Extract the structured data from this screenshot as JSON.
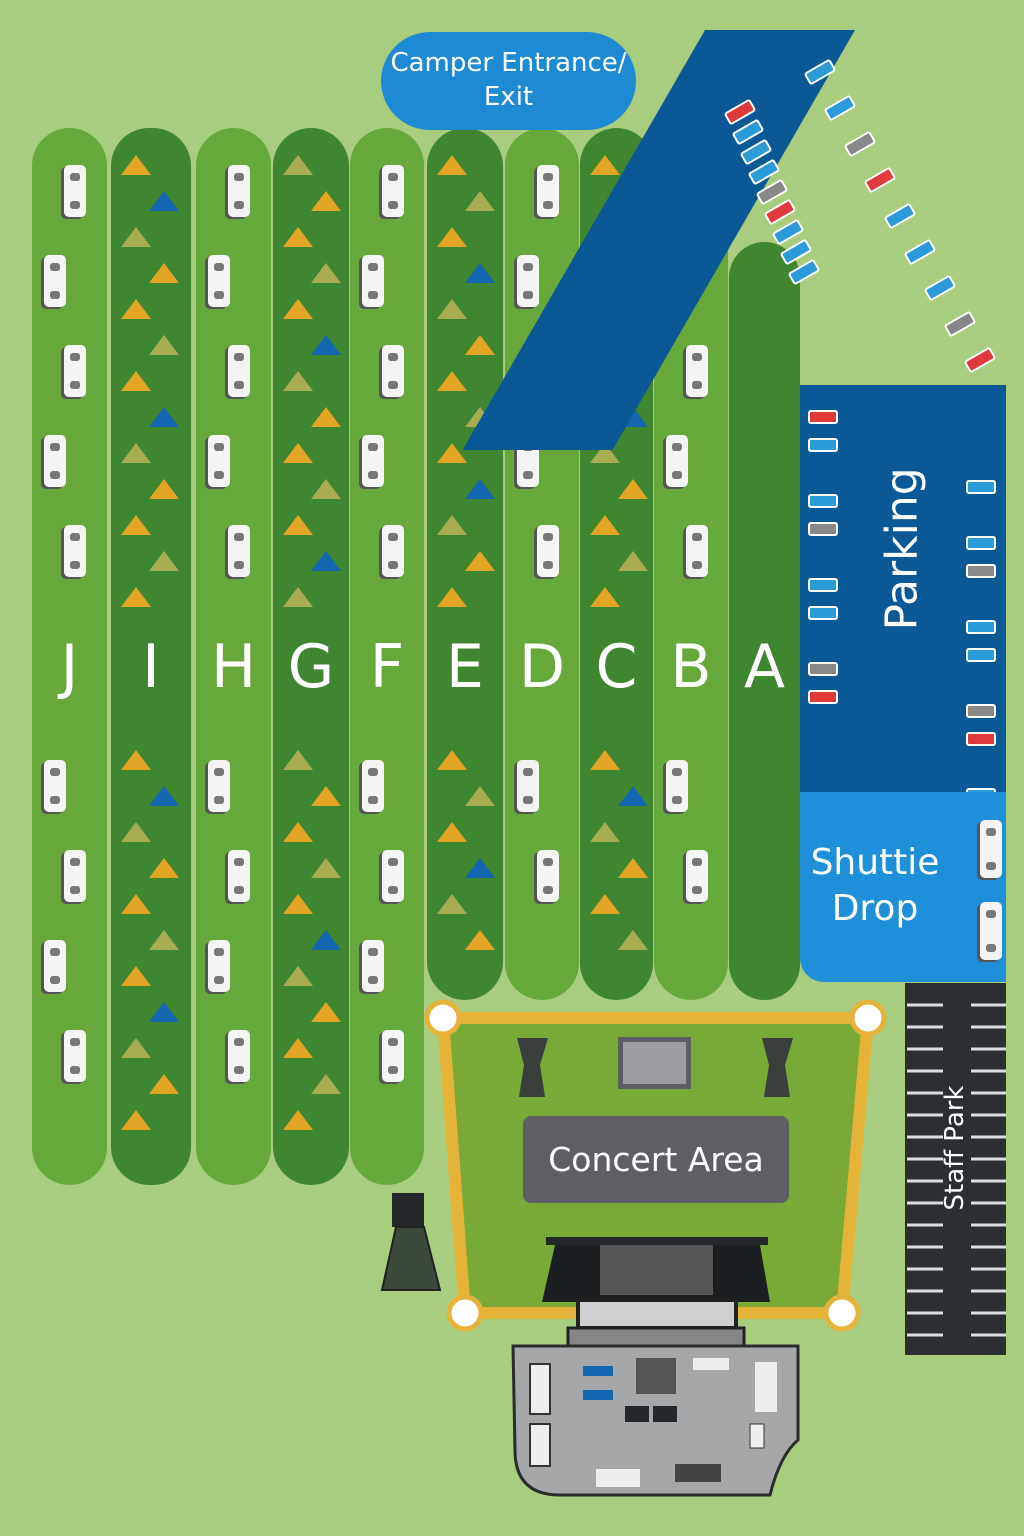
{
  "entrance": {
    "label": "Camper Entrance/ Exit"
  },
  "lanes": [
    "J",
    "I",
    "H",
    "G",
    "F",
    "E",
    "D",
    "C",
    "B",
    "A"
  ],
  "parking": {
    "label": "Parking"
  },
  "shuttle": {
    "label": "Shuttie Drop"
  },
  "staff": {
    "label": "Staff Park"
  },
  "concert": {
    "label": "Concert Area"
  },
  "colors": {
    "tent_orange": "#e2a526",
    "tent_olive": "#a8ad52",
    "tent_blue": "#1466b0",
    "parking": "#0b5896",
    "shuttle": "#1e8fd8",
    "fence": "#e6b33a"
  }
}
